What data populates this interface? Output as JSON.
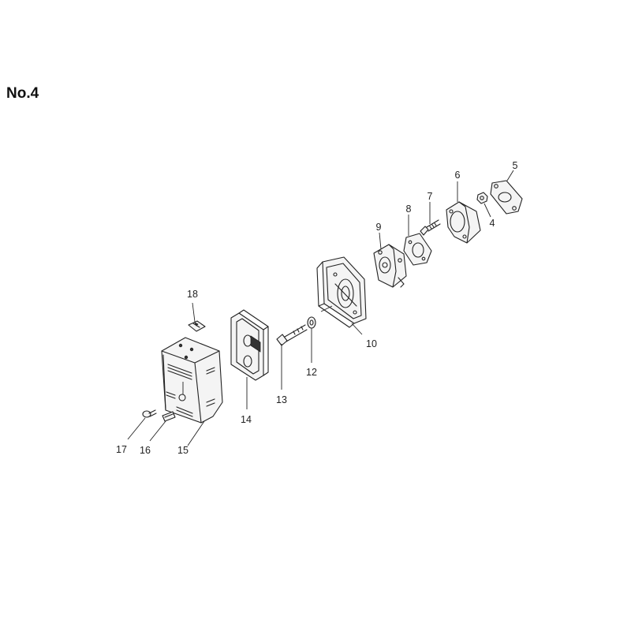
{
  "title": "No.4",
  "callouts": [
    {
      "id": "4",
      "label": "4"
    },
    {
      "id": "5",
      "label": "5"
    },
    {
      "id": "6",
      "label": "6"
    },
    {
      "id": "7",
      "label": "7"
    },
    {
      "id": "8",
      "label": "8"
    },
    {
      "id": "9",
      "label": "9"
    },
    {
      "id": "10",
      "label": "10"
    },
    {
      "id": "12",
      "label": "12"
    },
    {
      "id": "13",
      "label": "13"
    },
    {
      "id": "14",
      "label": "14"
    },
    {
      "id": "15",
      "label": "15"
    },
    {
      "id": "16",
      "label": "16"
    },
    {
      "id": "17",
      "label": "17"
    },
    {
      "id": "18",
      "label": "18"
    }
  ]
}
